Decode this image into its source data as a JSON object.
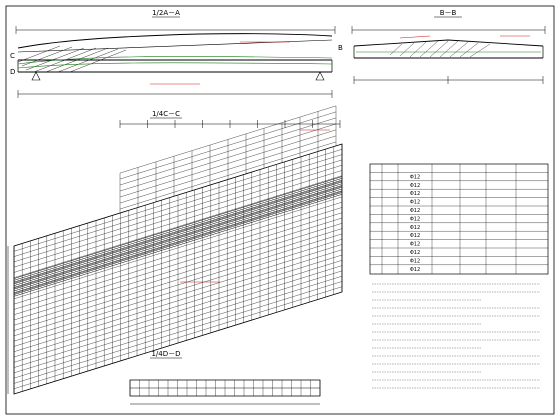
{
  "views": {
    "elevation_a": {
      "title": "1/2A－A",
      "section_mark_b": "B",
      "section_mark_c": "C",
      "section_mark_d": "D"
    },
    "section_b": {
      "title": "B－B"
    },
    "plan_c": {
      "title": "1/4C－C"
    },
    "plan_d": {
      "title": "1/4D－D"
    }
  },
  "table": {
    "header_cols": [
      "",
      "",
      "",
      "",
      "",
      "",
      ""
    ],
    "rows": [
      [
        "",
        "",
        "Φ12",
        "",
        "",
        "",
        ""
      ],
      [
        "",
        "",
        "Φ12",
        "",
        "",
        "",
        ""
      ],
      [
        "",
        "",
        "Φ12",
        "",
        "",
        "",
        ""
      ],
      [
        "",
        "",
        "Φ12",
        "",
        "",
        "",
        ""
      ],
      [
        "",
        "",
        "Φ12",
        "",
        "",
        "",
        ""
      ],
      [
        "",
        "",
        "Φ12",
        "",
        "",
        "",
        ""
      ],
      [
        "",
        "",
        "Φ12",
        "",
        "",
        "",
        ""
      ],
      [
        "",
        "",
        "Φ12",
        "",
        "",
        "",
        ""
      ],
      [
        "",
        "",
        "Φ12",
        "",
        "",
        "",
        ""
      ],
      [
        "",
        "",
        "Φ12",
        "",
        "",
        "",
        ""
      ],
      [
        "",
        "",
        "Φ12",
        "",
        "",
        "",
        ""
      ],
      [
        "",
        "",
        "Φ12",
        "",
        "",
        "",
        ""
      ]
    ]
  },
  "colors": {
    "line": "#000000",
    "accent_green": "#1a7a1a",
    "accent_red": "#c81818"
  }
}
